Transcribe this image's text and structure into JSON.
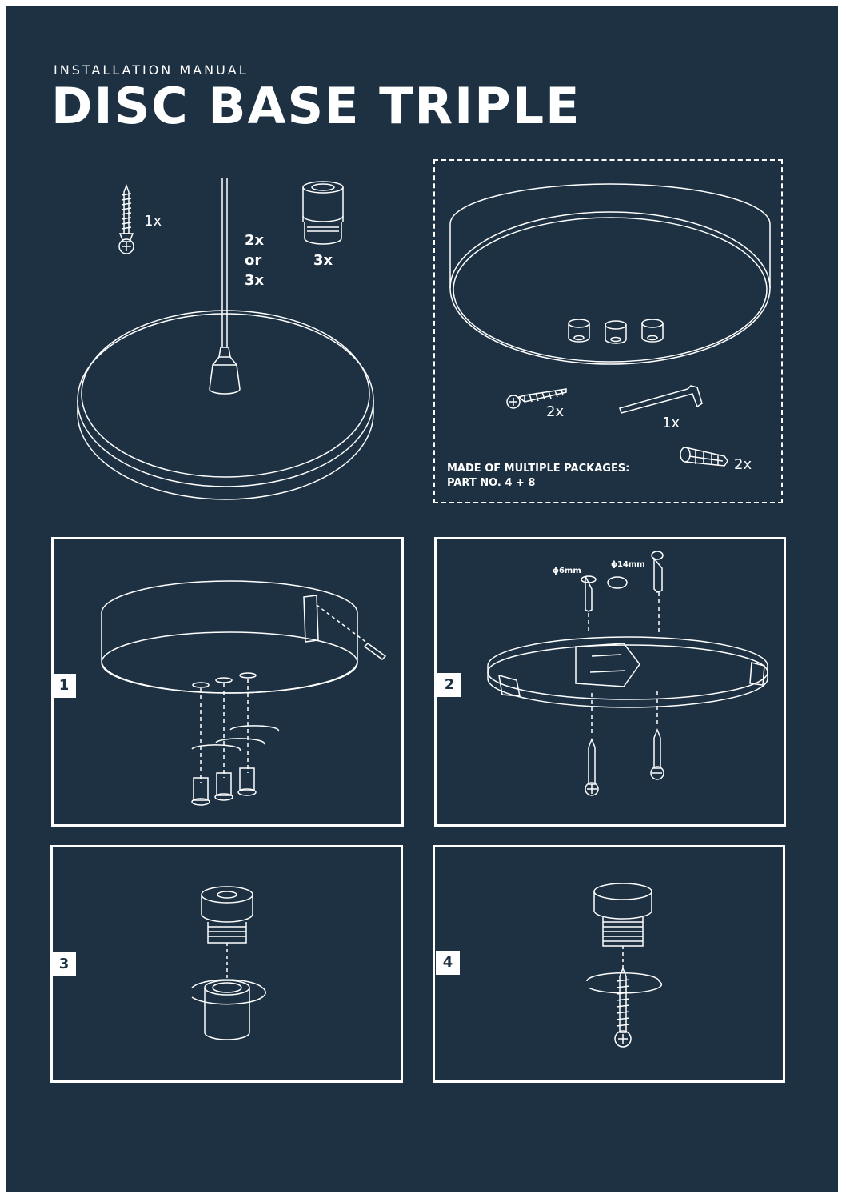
{
  "header": {
    "subtitle": "INSTALLATION MANUAL",
    "title": "DISC BASE TRIPLE"
  },
  "parts": {
    "screw_qty": "1x",
    "cable_qty_line1": "2x",
    "cable_qty_line2": "or",
    "cable_qty_line3": "3x",
    "connector_qty": "3x"
  },
  "package": {
    "screw_qty": "2x",
    "allen_key_qty": "1x",
    "plug_qty": "2x",
    "note_line1": "MADE OF MULTIPLE PACKAGES:",
    "note_line2": "PART NO. 4 + 8"
  },
  "steps": [
    {
      "number": "1"
    },
    {
      "number": "2",
      "dim_small": "ϕ6mm",
      "dim_large": "ϕ14mm"
    },
    {
      "number": "3"
    },
    {
      "number": "4"
    }
  ],
  "colors": {
    "background": "#1d3142",
    "line": "#ffffff"
  }
}
